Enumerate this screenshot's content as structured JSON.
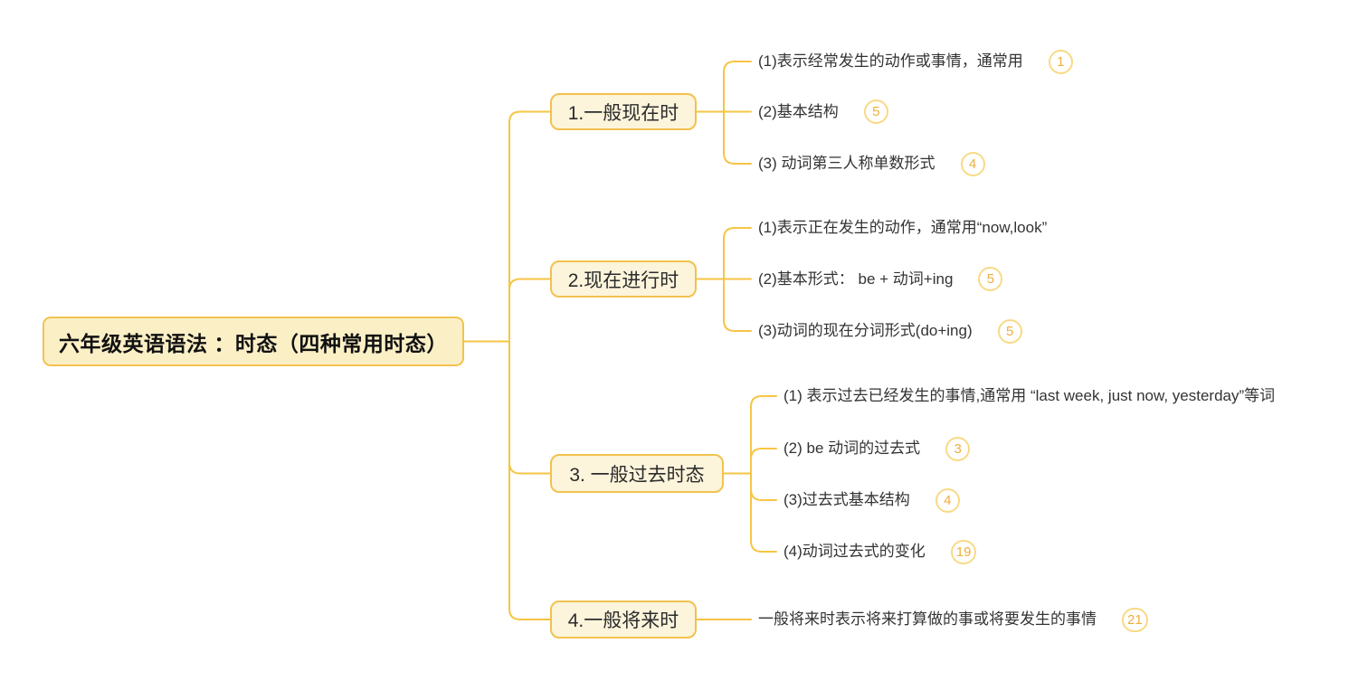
{
  "title": "六年级英语语法 ：时态（四种常用时态）",
  "colors": {
    "line": "#F6C544",
    "node_border": "#F2C24F",
    "node_fill": "#FCF4DB",
    "root_fill": "#FBEFC6",
    "badge_border": "#F8DA85",
    "badge_number": "#EFAE3C",
    "text": "#333333"
  },
  "branches": [
    {
      "label": "1.一般现在时",
      "children": [
        {
          "text": "(1)表示经常发生的动作或事情，通常用",
          "badge": "1"
        },
        {
          "text": "(2)基本结构",
          "badge": "5"
        },
        {
          "text": "(3) 动词第三人称单数形式",
          "badge": "4"
        }
      ]
    },
    {
      "label": "2.现在进行时",
      "children": [
        {
          "text": "(1)表示正在发生的动作，通常用“now,look”",
          "badge": ""
        },
        {
          "text": "(2)基本形式： be + 动词+ing",
          "badge": "5"
        },
        {
          "text": "(3)动词的现在分词形式(do+ing)",
          "badge": "5"
        }
      ]
    },
    {
      "label": "3. 一般过去时态",
      "children": [
        {
          "text": "(1) 表示过去已经发生的事情,通常用 “last week, just now, yesterday”等词",
          "badge": ""
        },
        {
          "text": "(2) be 动词的过去式",
          "badge": "3"
        },
        {
          "text": "(3)过去式基本结构",
          "badge": "4"
        },
        {
          "text": "(4)动词过去式的变化",
          "badge": "19"
        }
      ]
    },
    {
      "label": "4.一般将来时",
      "children": [
        {
          "text": "一般将来时表示将来打算做的事或将要发生的事情",
          "badge": "21"
        }
      ]
    }
  ]
}
